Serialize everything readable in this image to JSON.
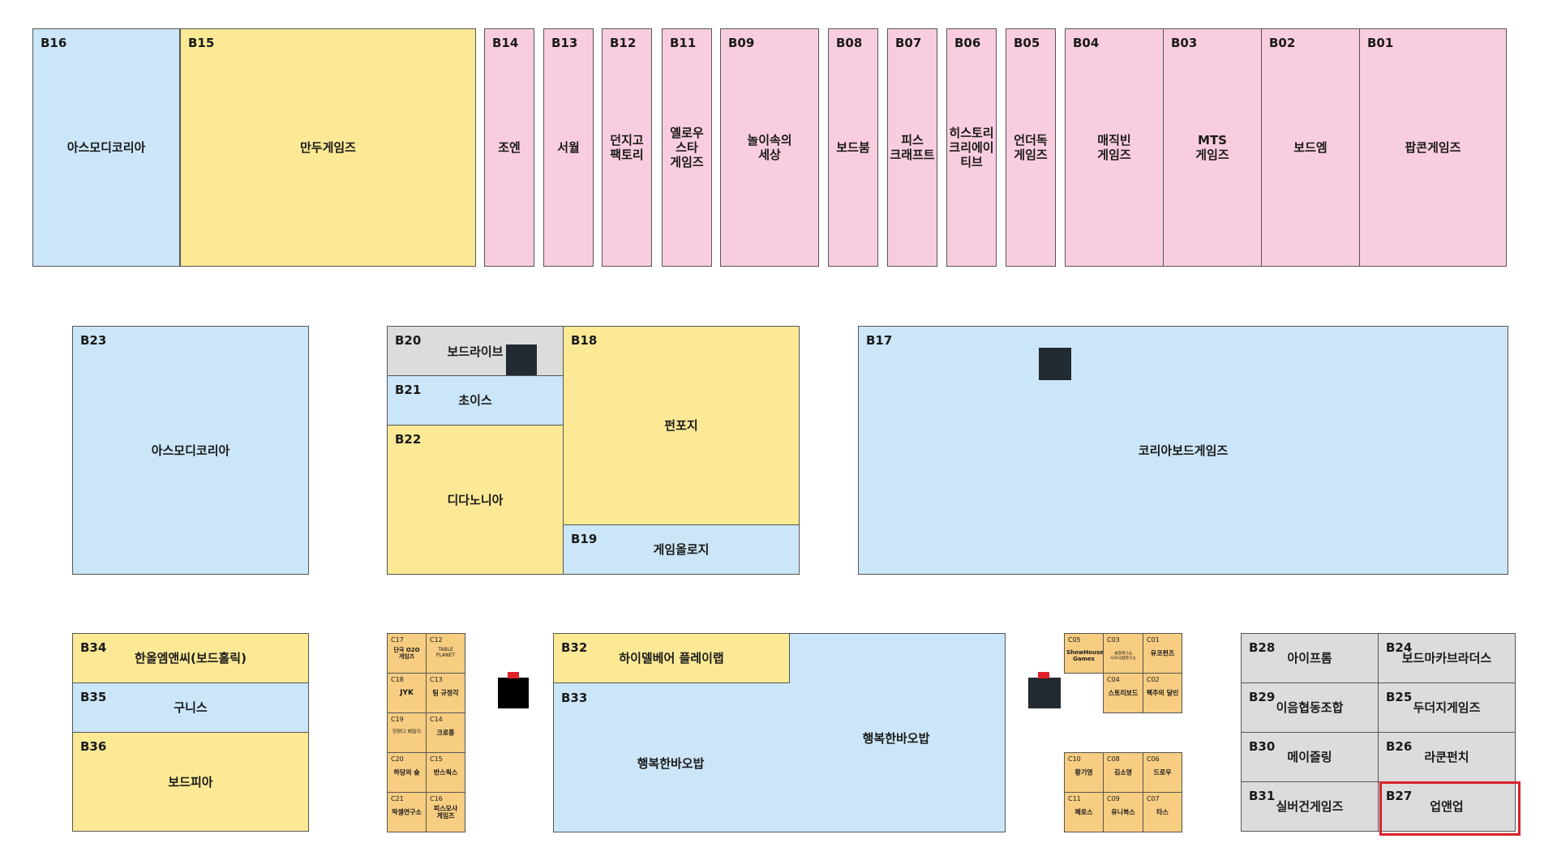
{
  "colors": {
    "pink": "#f9cde0",
    "blue": "#cbe6f8",
    "yellow": "#fbe995",
    "gray": "#dcdcdc",
    "orange": "#f7cd82",
    "highlight": "#d9222a"
  },
  "top_row": [
    {
      "code": "B16",
      "name": "아스모디코리아"
    },
    {
      "code": "B15",
      "name": "만두게임즈"
    },
    {
      "code": "B14",
      "name": "조엔"
    },
    {
      "code": "B13",
      "name": "서월"
    },
    {
      "code": "B12",
      "name": "던지고\n팩토리"
    },
    {
      "code": "B11",
      "name": "옐로우\n스타\n게임즈"
    },
    {
      "code": "B09",
      "name": "놀이속의\n세상"
    },
    {
      "code": "B08",
      "name": "보드붐"
    },
    {
      "code": "B07",
      "name": "피스\n크래프트"
    },
    {
      "code": "B06",
      "name": "히스토리\n크리에이\n티브"
    },
    {
      "code": "B05",
      "name": "언더독\n게임즈"
    },
    {
      "code": "B04",
      "name": "매직빈\n게임즈"
    },
    {
      "code": "B03",
      "name": "MTS\n게임즈"
    },
    {
      "code": "B02",
      "name": "보드엠"
    },
    {
      "code": "B01",
      "name": "팝콘게임즈"
    }
  ],
  "middle_row": [
    {
      "code": "B23",
      "name": "아스모디코리아"
    },
    {
      "code": "B20",
      "name": "보드라이브"
    },
    {
      "code": "B21",
      "name": "초이스"
    },
    {
      "code": "B22",
      "name": "디다노니아"
    },
    {
      "code": "B18",
      "name": "펀포지"
    },
    {
      "code": "B19",
      "name": "게임올로지"
    },
    {
      "code": "B17",
      "name": "코리아보드게임즈"
    }
  ],
  "bottom_left": [
    {
      "code": "B34",
      "name": "한올엠앤씨(보드홀릭)"
    },
    {
      "code": "B35",
      "name": "구니스"
    },
    {
      "code": "B36",
      "name": "보드피아"
    }
  ],
  "c_left": [
    {
      "code": "C17",
      "name": "단국 O2O\n게임즈"
    },
    {
      "code": "C12",
      "name": "TABLE PLANET"
    },
    {
      "code": "C18",
      "name": "JYK"
    },
    {
      "code": "C13",
      "name": "팀 규정각"
    },
    {
      "code": "C19",
      "name": "한편다 패밀리"
    },
    {
      "code": "C14",
      "name": "크로롱"
    },
    {
      "code": "C20",
      "name": "하당의 숲"
    },
    {
      "code": "C15",
      "name": "반스웍스"
    },
    {
      "code": "C21",
      "name": "딱셀연구소"
    },
    {
      "code": "C16",
      "name": "피스모사\n게임즈"
    }
  ],
  "center_bottom": [
    {
      "code": "B32",
      "name": "하이델베어 플레이랩"
    },
    {
      "code": "B33",
      "name": "행복한바오밥"
    },
    {
      "code": "",
      "name": "행복한바오밥"
    }
  ],
  "c_right_top": [
    {
      "code": "C05",
      "name": "ShowHouse\nGames"
    },
    {
      "code": "C03",
      "name": "세알북스&\n사자사람연구소"
    },
    {
      "code": "C01",
      "name": "유코펀즈"
    },
    {
      "code": "C04",
      "name": "스토리보드"
    },
    {
      "code": "C02",
      "name": "팩주의 달인"
    }
  ],
  "c_right_bottom": [
    {
      "code": "C10",
      "name": "황기영"
    },
    {
      "code": "C08",
      "name": "김소영"
    },
    {
      "code": "C06",
      "name": "드로우"
    },
    {
      "code": "C11",
      "name": "페로스"
    },
    {
      "code": "C09",
      "name": "유니복스"
    },
    {
      "code": "C07",
      "name": "타스"
    }
  ],
  "bottom_right": [
    {
      "code": "B28",
      "name": "아이프롬"
    },
    {
      "code": "B24",
      "name": "보드마카브라더스"
    },
    {
      "code": "B29",
      "name": "이음협동조합"
    },
    {
      "code": "B25",
      "name": "두더지게임즈"
    },
    {
      "code": "B30",
      "name": "메이즐링"
    },
    {
      "code": "B26",
      "name": "라쿤펀치"
    },
    {
      "code": "B31",
      "name": "실버건게임즈"
    },
    {
      "code": "B27",
      "name": "업앤업"
    }
  ],
  "highlighted_booth": "B27"
}
